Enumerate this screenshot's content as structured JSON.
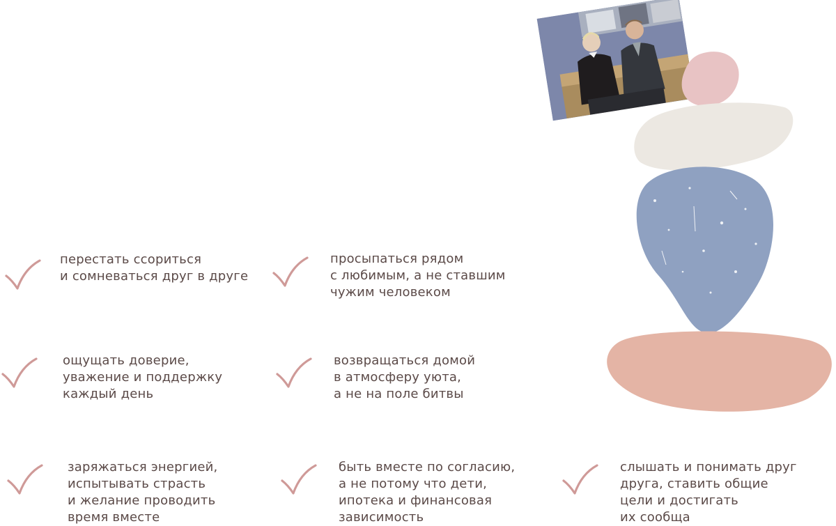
{
  "benefits": [
    {
      "lines": [
        "перестать ссориться",
        "и сомневаться друг в друге"
      ]
    },
    {
      "lines": [
        "просыпаться рядом",
        "с любимым, а не ставшим",
        "чужим человеком"
      ]
    },
    {
      "lines": [
        "ощущать доверие,",
        "уважение и поддержку",
        "каждый день"
      ]
    },
    {
      "lines": [
        "возвращаться домой",
        "в атмосферу уюта,",
        "а не на поле битвы"
      ]
    },
    {
      "lines": [
        "заряжаться энергией,",
        "испытывать страсть",
        "и желание проводить",
        "время вместе"
      ]
    },
    {
      "lines": [
        "быть вместе по согласию,",
        "а не потому что дети,",
        "ипотека и финансовая",
        "зависимость"
      ]
    },
    {
      "lines": [
        "слышать и понимать друг",
        "друга, ставить общие",
        "цели и достигать",
        "их сообща"
      ]
    }
  ],
  "colors": {
    "check": "#cf9a98",
    "text": "#5b4a48",
    "stone_pink": "#e8c3c4",
    "stone_beige": "#ece8e2",
    "stone_blue": "#8fa1c1",
    "stone_peach": "#e4b4a5"
  },
  "icons": {
    "check": "checkmark-icon"
  }
}
